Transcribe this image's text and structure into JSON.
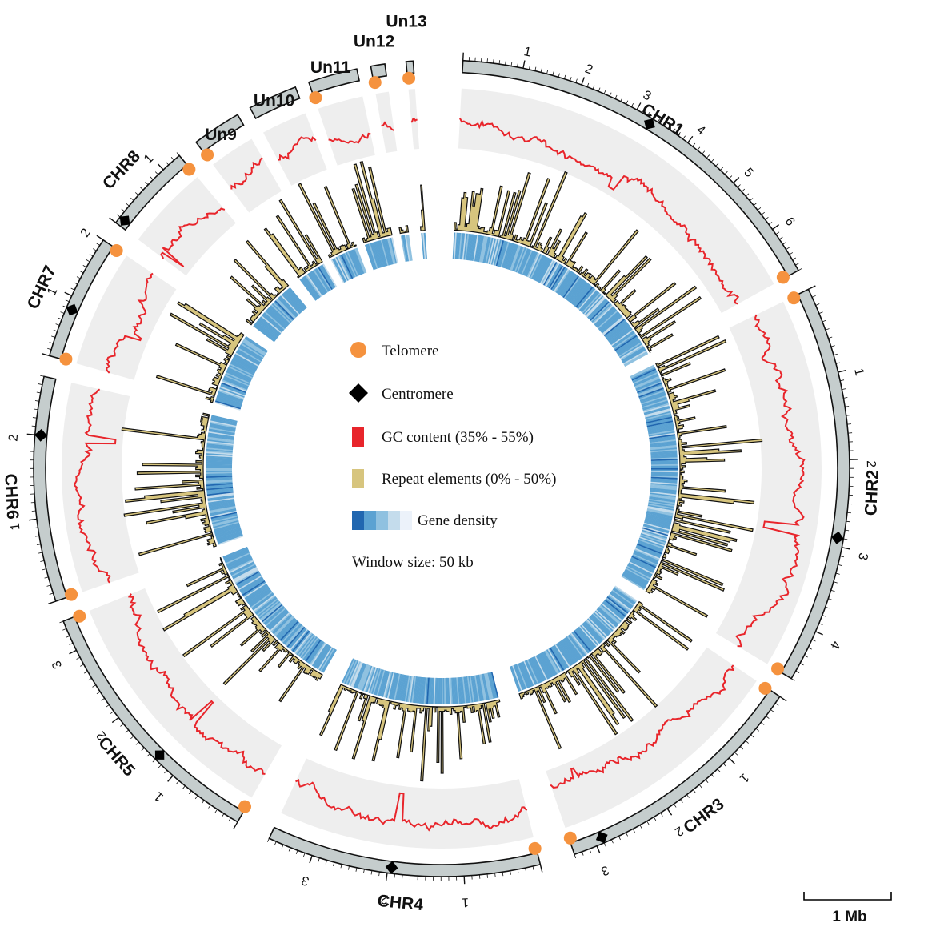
{
  "chromosomes": [
    {
      "id": "chr1",
      "label": "CHR1",
      "size": 6.8,
      "ticks": [
        1,
        2,
        3,
        4,
        5,
        6
      ],
      "centromere": 3.3,
      "telomere_ends": [
        "end"
      ]
    },
    {
      "id": "chr2",
      "label": "CHR2",
      "size": 4.6,
      "ticks": [
        1,
        2,
        3,
        4
      ],
      "centromere": 2.9,
      "telomere_ends": [
        "start",
        "end"
      ]
    },
    {
      "id": "chr3",
      "label": "CHR3",
      "size": 3.3,
      "ticks": [
        1,
        2,
        3
      ],
      "centromere": 2.9,
      "telomere_ends": [
        "start",
        "end"
      ]
    },
    {
      "id": "chr4",
      "label": "CHR4",
      "size": 3.6,
      "ticks": [
        1,
        2,
        3
      ],
      "centromere": 1.95,
      "telomere_ends": [
        "start"
      ]
    },
    {
      "id": "chr5",
      "label": "CHR5",
      "size": 3.4,
      "ticks": [
        1,
        2,
        3
      ],
      "centromere": 1.3,
      "telomere_ends": [
        "start",
        "end"
      ]
    },
    {
      "id": "chr6",
      "label": "CHR6",
      "size": 2.7,
      "ticks": [
        1,
        2
      ],
      "centromere": 2.0,
      "telomere_ends": [
        "start"
      ]
    },
    {
      "id": "chr7",
      "label": "CHR7",
      "size": 2.0,
      "ticks": [
        1,
        2
      ],
      "centromere": 0.8,
      "telomere_ends": [
        "start",
        "end"
      ]
    },
    {
      "id": "chr8",
      "label": "CHR8",
      "size": 1.3,
      "ticks": [
        1
      ],
      "centromere": 0.1,
      "telomere_ends": [
        "end"
      ]
    },
    {
      "id": "un9",
      "label": "Un9",
      "size": 0.45,
      "ticks": [],
      "centromere": null,
      "telomere_ends": [
        "start"
      ]
    },
    {
      "id": "un10",
      "label": "Un10",
      "size": 0.35,
      "ticks": [],
      "centromere": null,
      "telomere_ends": []
    },
    {
      "id": "un11",
      "label": "Un11",
      "size": 0.3,
      "ticks": [],
      "centromere": null,
      "telomere_ends": [
        "start"
      ]
    },
    {
      "id": "un12",
      "label": "Un12",
      "size": 0.12,
      "ticks": [],
      "centromere": null,
      "telomere_ends": [
        "start"
      ]
    },
    {
      "id": "un13",
      "label": "Un13",
      "size": 0.04,
      "ticks": [],
      "centromere": null,
      "telomere_ends": [
        "start"
      ]
    }
  ],
  "legend": {
    "telomere": "Telomere",
    "centromere": "Centromere",
    "gc": "GC content (35% - 55%)",
    "repeat": "Repeat elements (0% - 50%)",
    "gene": "Gene density",
    "window": "Window size: 50 kb"
  },
  "scale_bar": {
    "label": "1 Mb"
  },
  "colors": {
    "chromosome_fill": "#c5cdcd",
    "telomere": "#f5923e",
    "centromere": "#000000",
    "gc_line": "#e8252b",
    "gc_band": "#eeeeee",
    "repeat": "#d7c57e",
    "gene_density": [
      "#2167b0",
      "#5ba2d2",
      "#8fc1e0",
      "#c4dcec",
      "#ecf2fa"
    ]
  }
}
